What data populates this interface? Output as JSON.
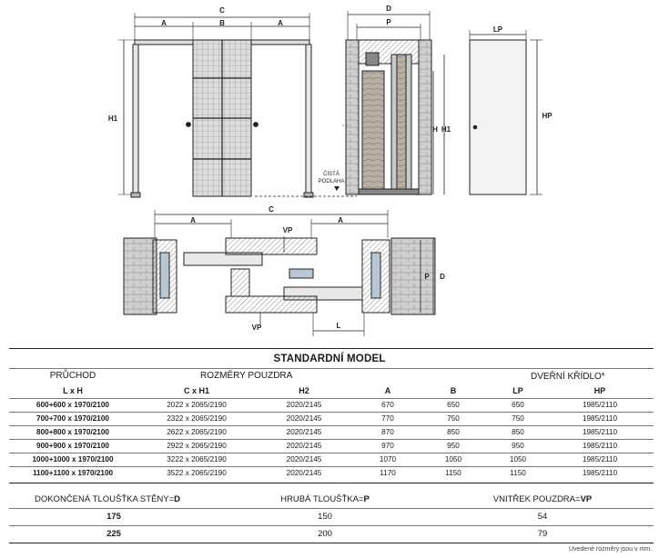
{
  "drawing_labels": {
    "A": "A",
    "B": "B",
    "C": "C",
    "D": "D",
    "P": "P",
    "LP": "LP",
    "H1": "H1",
    "H": "H",
    "HP": "HP",
    "VP": "VP",
    "L": "L",
    "clean_floor_line1": "ČISTÁ",
    "clean_floor_line2": "PODLAHA"
  },
  "table": {
    "title": "STANDARDNÍ MODEL",
    "group_opening": "PRŮCHOD",
    "group_case": "ROZMĚRY POUZDRA",
    "group_door": "DVEŘNÍ KŘÍDLO*",
    "columns": [
      "L x H",
      "C x H1",
      "H2",
      "A",
      "B",
      "LP",
      "HP"
    ],
    "rows": [
      [
        "600+600 x 1970/2100",
        "2022 x 2065/2190",
        "2020/2145",
        "670",
        "650",
        "650",
        "1985/2110"
      ],
      [
        "700+700 x 1970/2100",
        "2322 x 2065/2190",
        "2020/2145",
        "770",
        "750",
        "750",
        "1985/2110"
      ],
      [
        "800+800 x 1970/2100",
        "2622 x 2065/2190",
        "2020/2145",
        "870",
        "850",
        "850",
        "1985/2110"
      ],
      [
        "900+900 x 1970/2100",
        "2922 x 2065/2190",
        "2020/2145",
        "970",
        "950",
        "950",
        "1985/2110"
      ],
      [
        "1000+1000 x 1970/2100",
        "3222 x 2065/2190",
        "2020/2145",
        "1070",
        "1050",
        "1050",
        "1985/2110"
      ],
      [
        "1100+1100 x 1970/2100",
        "3522 x 2065/2190",
        "2020/2145",
        "1170",
        "1150",
        "1150",
        "1985/2110"
      ]
    ]
  },
  "thickness": {
    "wall_label": "DOKONČENÁ TLOUŠŤKA STĚNY=",
    "wall_symbol": "D",
    "rough_label": "HRUBÁ TLOUŠŤKA=",
    "rough_symbol": "P",
    "inner_label": "VNITŘEK POUZDRA=",
    "inner_symbol": "VP",
    "rows": [
      [
        "175",
        "150",
        "54"
      ],
      [
        "225",
        "200",
        "79"
      ]
    ]
  },
  "note": "Uvedené rozměry jsou v mm.",
  "colors": {
    "line": "#222222",
    "frame_fill": "#d8d8d8",
    "glass": "#b9c6d3",
    "wood": "#9a8a7a"
  }
}
